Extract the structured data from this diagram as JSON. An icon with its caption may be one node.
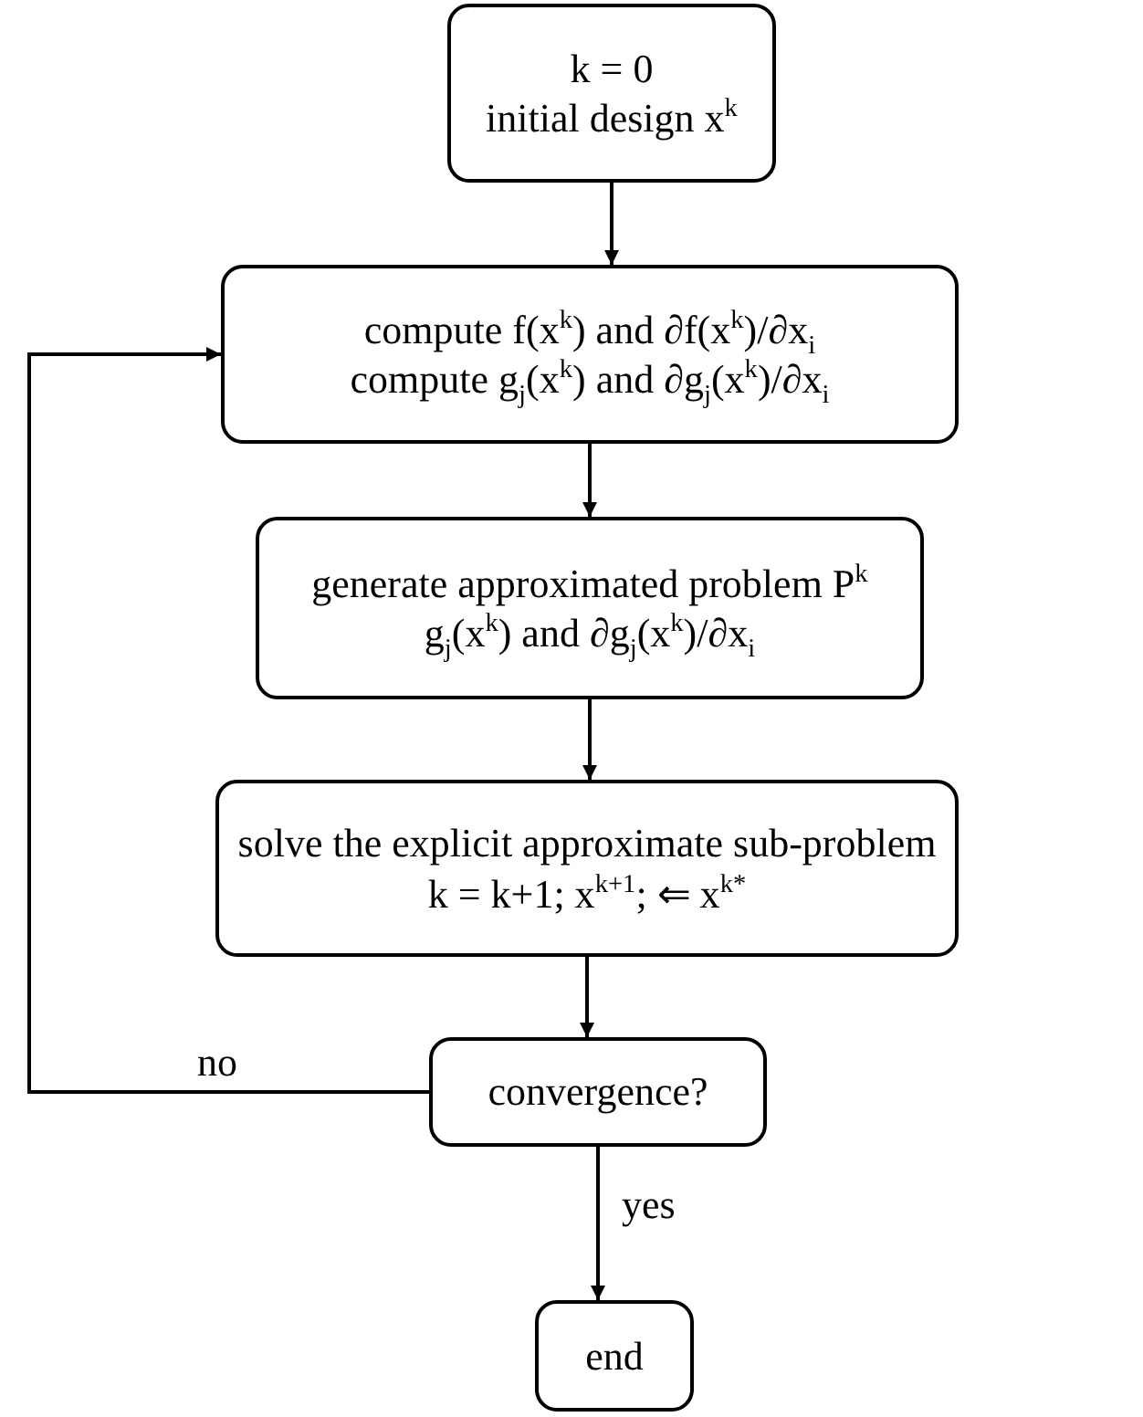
{
  "diagram": {
    "nodes": [
      {
        "text": [
          "k = 0",
          "initial design x$^{k}$"
        ]
      },
      {
        "text": [
          "compute f(x$^{k}$) and ∂f(x$^{k}$)/∂x$_{i}$",
          "compute g$_{j}$(x$^{k}$) and ∂g$_{j}$(x$^{k}$)/∂x$_{i}$"
        ]
      },
      {
        "text": [
          "generate approximated problem P$^{k}$",
          "g$_{j}$(x$^{k}$) and ∂g$_{j}$(x$^{k}$)/∂x$_{i}$"
        ]
      },
      {
        "text": [
          "solve the explicit approximate sub-problem",
          "k = k+1;  x$^{k+1}$;  ⇐ x$^{k*}$"
        ]
      },
      {
        "text": [
          "convergence?"
        ]
      },
      {
        "text": [
          "end"
        ]
      }
    ],
    "edges": [
      {
        "from": 0,
        "to": 1,
        "arrow": "to"
      },
      {
        "from": 1,
        "to": 2,
        "arrow": "to"
      },
      {
        "from": 2,
        "to": 3,
        "arrow": "to"
      },
      {
        "from": 3,
        "to": 4,
        "arrow": "to"
      },
      {
        "from": 4,
        "to": 1,
        "arrow": "to",
        "label": "no"
      },
      {
        "from": 4,
        "to": 5,
        "arrow": "to",
        "label": "yes"
      }
    ]
  }
}
